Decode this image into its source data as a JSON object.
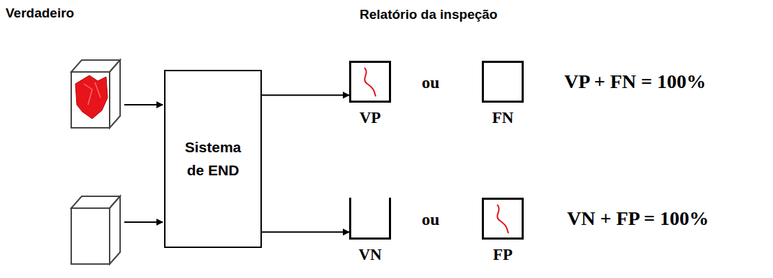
{
  "diagram": {
    "nodes": [
      {
        "text": [
          "Sistema de END"
        ]
      },
      {
        "text": [
          "VP"
        ]
      },
      {
        "text": [
          "FN"
        ]
      },
      {
        "text": [
          "VN"
        ]
      },
      {
        "text": [
          "FP"
        ]
      }
    ],
    "edges": [
      {
        "from": 0,
        "to": 1,
        "arrow": "to"
      },
      {
        "from": 0,
        "to": 3,
        "arrow": "to"
      }
    ],
    "labels": [
      "Verdadeiro",
      "Relatório da inspeção",
      "ou",
      "VP + FN = 100%",
      "ou",
      "VN + FP = 100%"
    ]
  }
}
